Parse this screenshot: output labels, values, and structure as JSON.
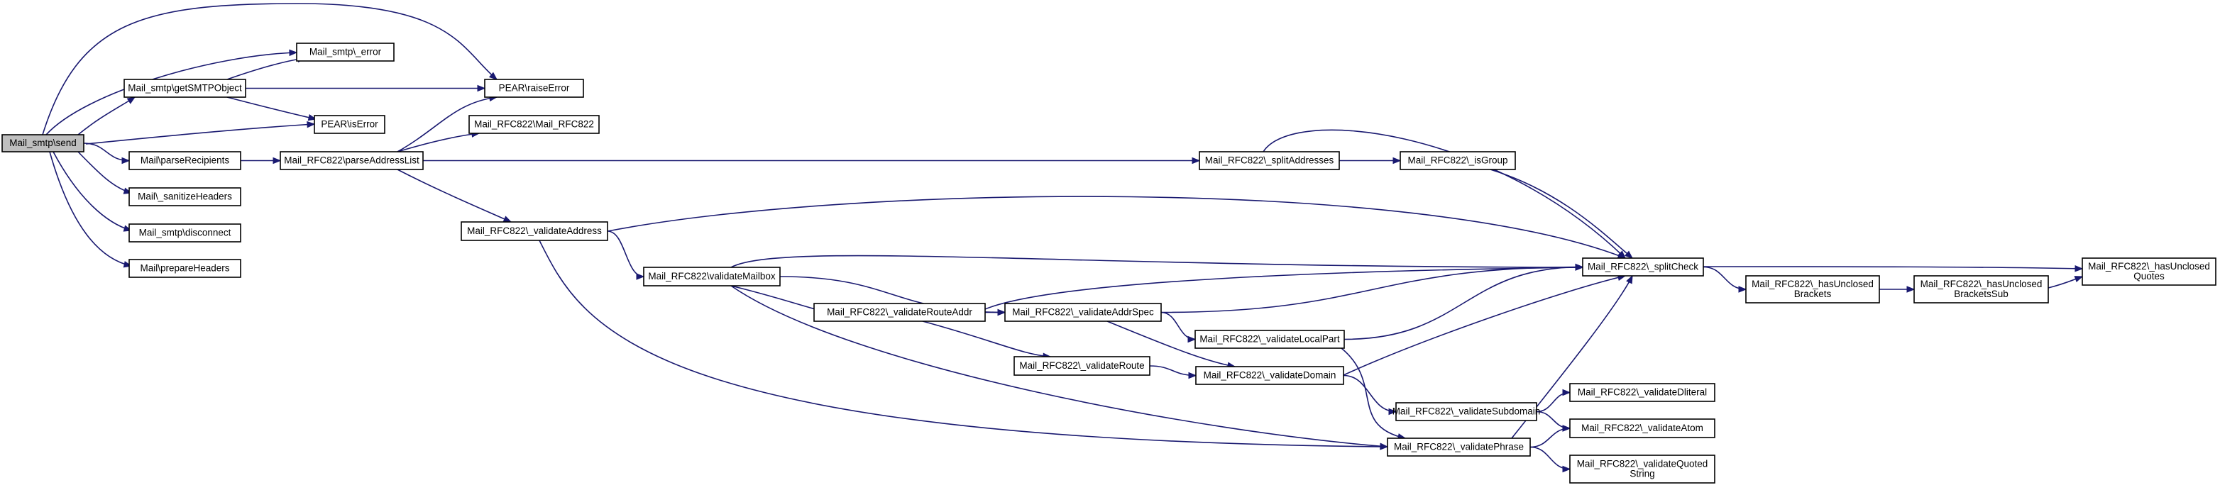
{
  "graph": {
    "type": "call-graph",
    "edge_color": "#191970",
    "root_fill": "#bfbfbf",
    "node_fill": "#ffffff",
    "nodes": [
      {
        "id": "send",
        "lines": [
          "Mail_smtp\\send"
        ],
        "root": true
      },
      {
        "id": "smtp_error",
        "lines": [
          "Mail_smtp\\_error"
        ]
      },
      {
        "id": "getSMTPObject",
        "lines": [
          "Mail_smtp\\getSMTPObject"
        ]
      },
      {
        "id": "raiseError",
        "lines": [
          "PEAR\\raiseError"
        ]
      },
      {
        "id": "isError",
        "lines": [
          "PEAR\\isError"
        ]
      },
      {
        "id": "parseRecipients",
        "lines": [
          "Mail\\parseRecipients"
        ]
      },
      {
        "id": "sanitizeHeaders",
        "lines": [
          "Mail\\_sanitizeHeaders"
        ]
      },
      {
        "id": "disconnect",
        "lines": [
          "Mail_smtp\\disconnect"
        ]
      },
      {
        "id": "prepareHeaders",
        "lines": [
          "Mail\\prepareHeaders"
        ]
      },
      {
        "id": "parseAddressList",
        "lines": [
          "Mail_RFC822\\parseAddressList"
        ]
      },
      {
        "id": "Mail_RFC822",
        "lines": [
          "Mail_RFC822\\Mail_RFC822"
        ]
      },
      {
        "id": "validateAddress",
        "lines": [
          "Mail_RFC822\\_validateAddress"
        ]
      },
      {
        "id": "validateMailbox",
        "lines": [
          "Mail_RFC822\\validateMailbox"
        ]
      },
      {
        "id": "validateRouteAddr",
        "lines": [
          "Mail_RFC822\\_validateRouteAddr"
        ]
      },
      {
        "id": "validateAddrSpec",
        "lines": [
          "Mail_RFC822\\_validateAddrSpec"
        ]
      },
      {
        "id": "validateRoute",
        "lines": [
          "Mail_RFC822\\_validateRoute"
        ]
      },
      {
        "id": "validateLocalPart",
        "lines": [
          "Mail_RFC822\\_validateLocalPart"
        ]
      },
      {
        "id": "validateDomain",
        "lines": [
          "Mail_RFC822\\_validateDomain"
        ]
      },
      {
        "id": "validateSubdomain",
        "lines": [
          "Mail_RFC822\\_validateSubdomain"
        ]
      },
      {
        "id": "validatePhrase",
        "lines": [
          "Mail_RFC822\\_validatePhrase"
        ]
      },
      {
        "id": "splitAddresses",
        "lines": [
          "Mail_RFC822\\_splitAddresses"
        ]
      },
      {
        "id": "isGroup",
        "lines": [
          "Mail_RFC822\\_isGroup"
        ]
      },
      {
        "id": "splitCheck",
        "lines": [
          "Mail_RFC822\\_splitCheck"
        ]
      },
      {
        "id": "hasUnclosedBrackets",
        "lines": [
          "Mail_RFC822\\_hasUnclosed",
          "Brackets"
        ]
      },
      {
        "id": "hasUnclosedBracketsSub",
        "lines": [
          "Mail_RFC822\\_hasUnclosed",
          "BracketsSub"
        ]
      },
      {
        "id": "hasUnclosedQuotes",
        "lines": [
          "Mail_RFC822\\_hasUnclosed",
          "Quotes"
        ]
      },
      {
        "id": "validateDliteral",
        "lines": [
          "Mail_RFC822\\_validateDliteral"
        ]
      },
      {
        "id": "validateAtom",
        "lines": [
          "Mail_RFC822\\_validateAtom"
        ]
      },
      {
        "id": "validateQuotedString",
        "lines": [
          "Mail_RFC822\\_validateQuoted",
          "String"
        ]
      }
    ],
    "edges": [
      [
        "send",
        "smtp_error"
      ],
      [
        "send",
        "getSMTPObject"
      ],
      [
        "send",
        "raiseError"
      ],
      [
        "send",
        "isError"
      ],
      [
        "send",
        "parseRecipients"
      ],
      [
        "send",
        "sanitizeHeaders"
      ],
      [
        "send",
        "disconnect"
      ],
      [
        "send",
        "prepareHeaders"
      ],
      [
        "getSMTPObject",
        "smtp_error"
      ],
      [
        "getSMTPObject",
        "raiseError"
      ],
      [
        "getSMTPObject",
        "isError"
      ],
      [
        "parseRecipients",
        "parseAddressList"
      ],
      [
        "parseAddressList",
        "raiseError"
      ],
      [
        "parseAddressList",
        "Mail_RFC822"
      ],
      [
        "parseAddressList",
        "splitAddresses"
      ],
      [
        "parseAddressList",
        "validateAddress"
      ],
      [
        "splitAddresses",
        "isGroup"
      ],
      [
        "splitAddresses",
        "splitCheck"
      ],
      [
        "isGroup",
        "splitCheck"
      ],
      [
        "validateAddress",
        "splitCheck"
      ],
      [
        "validateAddress",
        "validateMailbox"
      ],
      [
        "validateAddress",
        "validatePhrase"
      ],
      [
        "validateMailbox",
        "splitCheck"
      ],
      [
        "validateMailbox",
        "validateRouteAddr"
      ],
      [
        "validateMailbox",
        "validateAddrSpec"
      ],
      [
        "validateMailbox",
        "validatePhrase"
      ],
      [
        "validateRouteAddr",
        "splitCheck"
      ],
      [
        "validateRouteAddr",
        "validateAddrSpec"
      ],
      [
        "validateRouteAddr",
        "validateRoute"
      ],
      [
        "validateRoute",
        "validateDomain"
      ],
      [
        "validateAddrSpec",
        "splitCheck"
      ],
      [
        "validateAddrSpec",
        "validateLocalPart"
      ],
      [
        "validateAddrSpec",
        "validateDomain"
      ],
      [
        "validateLocalPart",
        "splitCheck"
      ],
      [
        "validateLocalPart",
        "validatePhrase"
      ],
      [
        "validateDomain",
        "splitCheck"
      ],
      [
        "validateDomain",
        "validateSubdomain"
      ],
      [
        "validateSubdomain",
        "validateDliteral"
      ],
      [
        "validateSubdomain",
        "validateAtom"
      ],
      [
        "validatePhrase",
        "splitCheck"
      ],
      [
        "validatePhrase",
        "validateAtom"
      ],
      [
        "validatePhrase",
        "validateQuotedString"
      ],
      [
        "splitCheck",
        "hasUnclosedBrackets"
      ],
      [
        "splitCheck",
        "hasUnclosedQuotes"
      ],
      [
        "hasUnclosedBrackets",
        "hasUnclosedBracketsSub"
      ],
      [
        "hasUnclosedBracketsSub",
        "hasUnclosedQuotes"
      ]
    ]
  }
}
